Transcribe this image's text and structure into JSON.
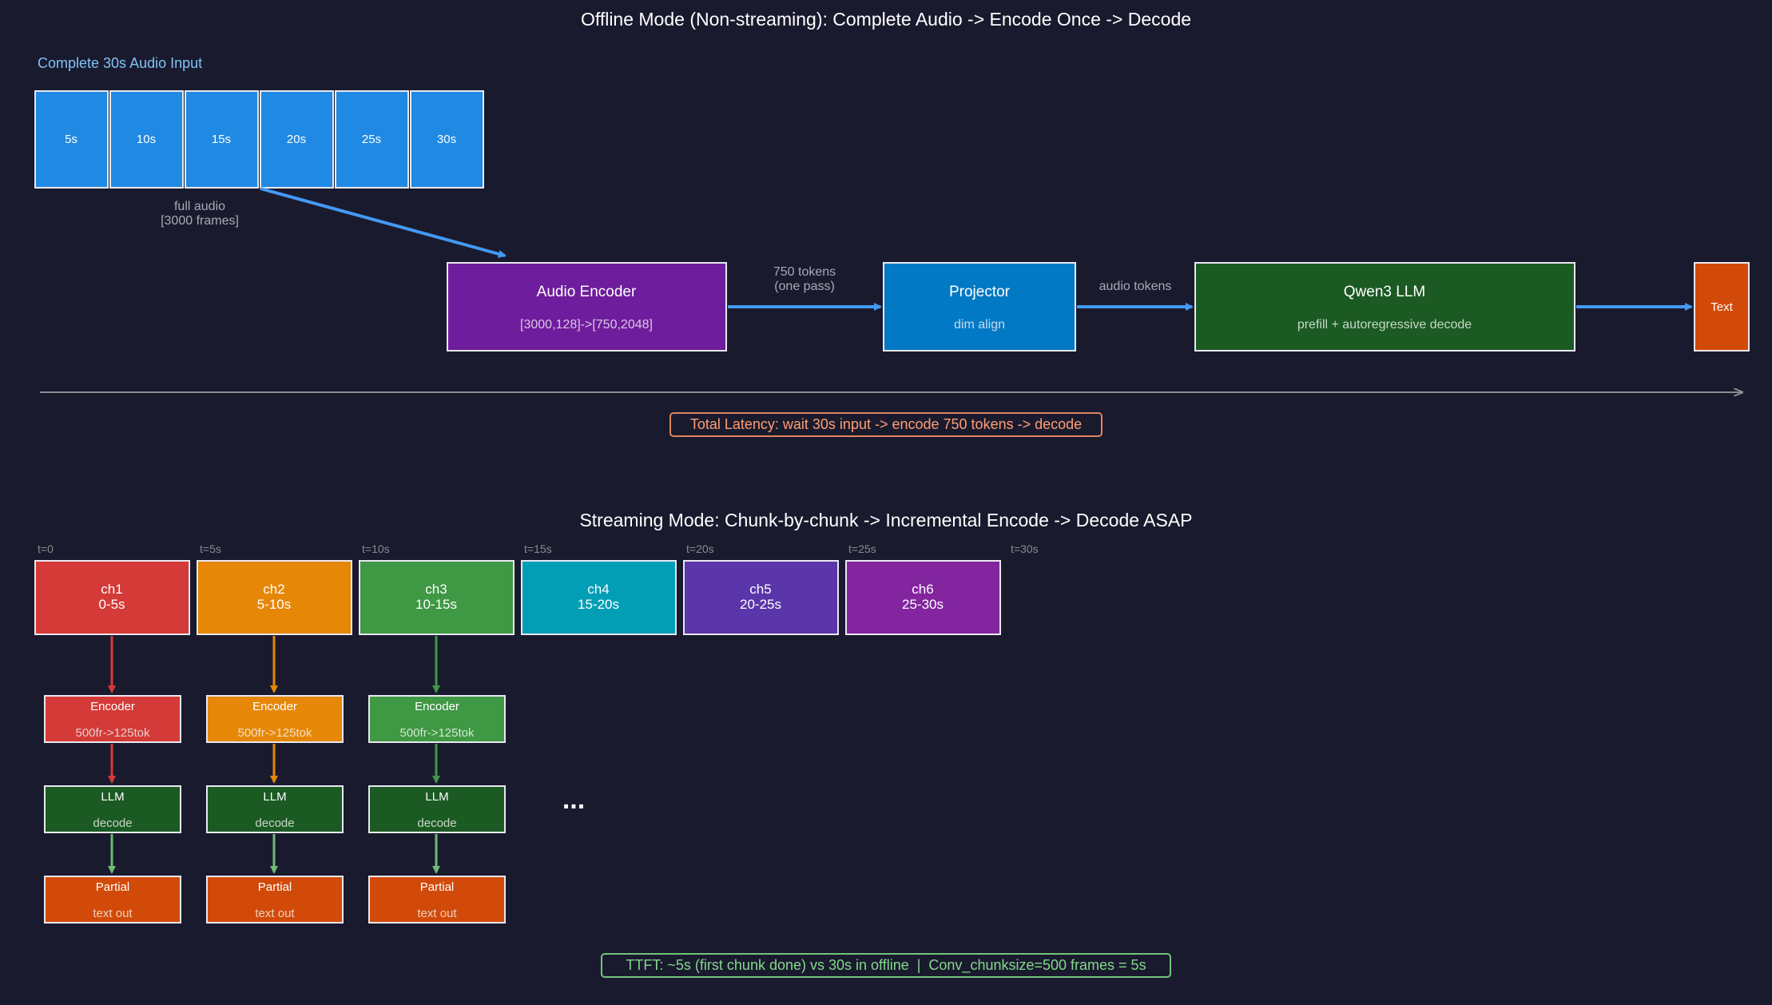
{
  "colors": {
    "background": "#1a1a2e",
    "box_border": "#e8e8f0",
    "arrow_blue": "#4499f5",
    "label_grey": "#a9a9b4",
    "timeline": "#8a8a90",
    "offline_input_label": "#7ec3f7",
    "latency_text": "#ff9e73",
    "latency_border": "#e2845e",
    "ttft_text": "#82d88a",
    "ttft_border": "#72c47a",
    "audio_segment": "#2089e3",
    "encoder_purple": "#6e1d9c",
    "projector_blue": "#0279c4",
    "llm_green": "#1b5a22",
    "text_orange": "#d24a09",
    "chunk_red": "#d43a37",
    "chunk_orange": "#e68707",
    "chunk_green": "#3f9843",
    "chunk_cyan": "#029eb6",
    "chunk_violet": "#5b35aa",
    "chunk_magenta": "#82259f",
    "stream_llm_arrow": "#6dbb74"
  },
  "offline": {
    "title": "Offline Mode (Non-streaming): Complete Audio -> Encode Once -> Decode",
    "input_label": "Complete 30s Audio Input",
    "segments": [
      "5s",
      "10s",
      "15s",
      "20s",
      "25s",
      "30s"
    ],
    "full_audio_label": [
      "full audio",
      "[3000 frames]"
    ],
    "encoder": {
      "title": "Audio Encoder",
      "sub": "[3000,128]->[750,2048]"
    },
    "tokens_label": [
      "750 tokens",
      "(one pass)"
    ],
    "projector": {
      "title": "Projector",
      "sub": "dim align"
    },
    "audio_tokens_label": "audio tokens",
    "llm": {
      "title": "Qwen3 LLM",
      "sub": "prefill + autoregressive decode"
    },
    "output": "Text",
    "latency": "Total Latency: wait 30s input -> encode 750 tokens -> decode"
  },
  "streaming": {
    "title": "Streaming Mode: Chunk-by-chunk -> Incremental Encode -> Decode ASAP",
    "time_labels": [
      "t=0",
      "t=5s",
      "t=10s",
      "t=15s",
      "t=20s",
      "t=25s",
      "t=30s"
    ],
    "chunks": [
      {
        "name": "ch1",
        "range": "0-5s",
        "color": "#d43a37"
      },
      {
        "name": "ch2",
        "range": "5-10s",
        "color": "#e68707"
      },
      {
        "name": "ch3",
        "range": "10-15s",
        "color": "#3f9843"
      },
      {
        "name": "ch4",
        "range": "15-20s",
        "color": "#029eb6"
      },
      {
        "name": "ch5",
        "range": "20-25s",
        "color": "#5b35aa"
      },
      {
        "name": "ch6",
        "range": "25-30s",
        "color": "#82259f"
      }
    ],
    "encoder": {
      "title": "Encoder",
      "sub": "500fr->125tok"
    },
    "llm": {
      "title": "LLM",
      "sub": "decode"
    },
    "partial": {
      "title": "Partial",
      "sub": "text out"
    },
    "ellipsis": "...",
    "ttft": "TTFT: ~5s (first chunk done) vs 30s in offline  |  Conv_chunksize=500 frames = 5s"
  }
}
